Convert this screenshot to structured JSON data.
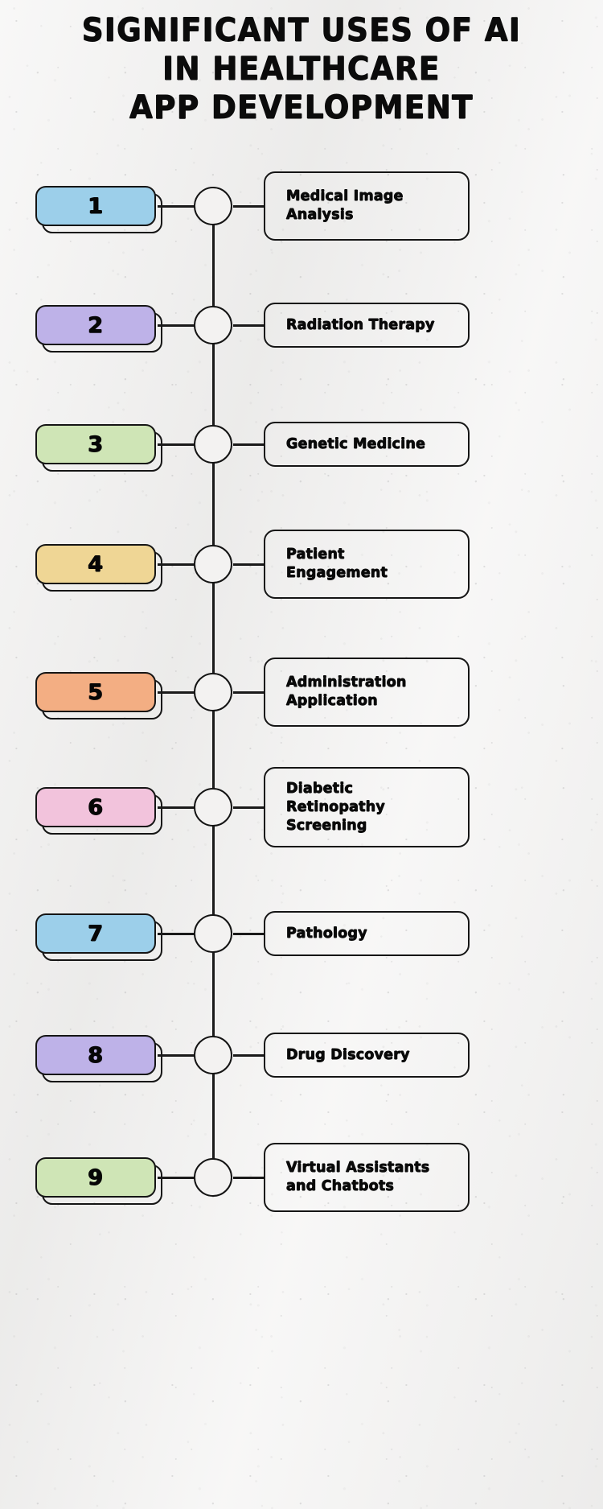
{
  "title": {
    "lines": [
      "SIGNIFICANT USES OF AI",
      "IN HEALTHCARE",
      "APP DEVELOPMENT"
    ]
  },
  "colors": {
    "background": "#efefee",
    "ink": "#151515",
    "node_fill": "#f3f2f1",
    "blue": "#9ccfea",
    "purple": "#beb2e8",
    "green": "#cfe5b6",
    "yellow": "#efd695",
    "orange": "#f3ae83",
    "pink": "#f2c3dc"
  },
  "items": [
    {
      "number": "1",
      "label": "Medical Image\nAnalysis",
      "color": "#9ccfea",
      "color_name": "blue",
      "lines": 2
    },
    {
      "number": "2",
      "label": "Radiation Therapy",
      "color": "#beb2e8",
      "color_name": "purple",
      "lines": 1
    },
    {
      "number": "3",
      "label": "Genetic Medicine",
      "color": "#cfe5b6",
      "color_name": "green",
      "lines": 1
    },
    {
      "number": "4",
      "label": "Patient\nEngagement",
      "color": "#efd695",
      "color_name": "yellow",
      "lines": 2
    },
    {
      "number": "5",
      "label": "Administration\nApplication",
      "color": "#f3ae83",
      "color_name": "orange",
      "lines": 2
    },
    {
      "number": "6",
      "label": "Diabetic\nRetinopathy\nScreening",
      "color": "#f2c3dc",
      "color_name": "pink",
      "lines": 3
    },
    {
      "number": "7",
      "label": "Pathology",
      "color": "#9ccfea",
      "color_name": "blue",
      "lines": 1
    },
    {
      "number": "8",
      "label": "Drug Discovery",
      "color": "#beb2e8",
      "color_name": "purple",
      "lines": 1
    },
    {
      "number": "9",
      "label": "Virtual Assistants\nand Chatbots",
      "color": "#cfe5b6",
      "color_name": "green",
      "lines": 2
    }
  ]
}
